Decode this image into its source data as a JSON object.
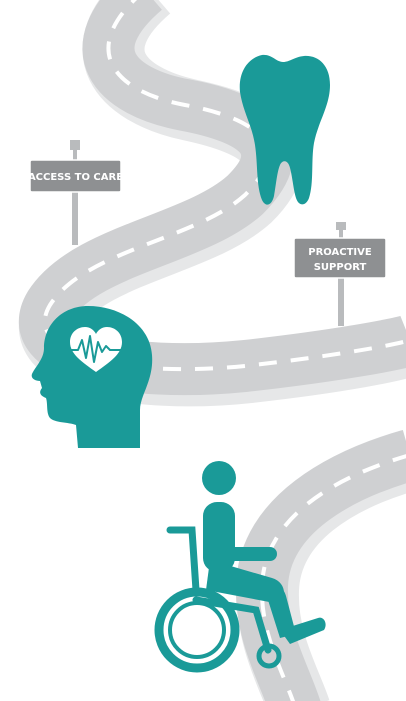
{
  "signs": {
    "access_to_care": "ACCESS TO CARE",
    "proactive_support_line1": "PROACTIVE",
    "proactive_support_line2": "SUPPORT"
  },
  "icons": {
    "tooth": "tooth-icon",
    "head": "head-heart-icon",
    "wheelchair": "wheelchair-user-icon"
  },
  "colors": {
    "teal": "#1a9a98",
    "road": "#cfd0d2",
    "road_shadow": "#e6e7e8",
    "lane": "#ffffff",
    "sign": "#8e9092",
    "post": "#b9bbbd"
  }
}
